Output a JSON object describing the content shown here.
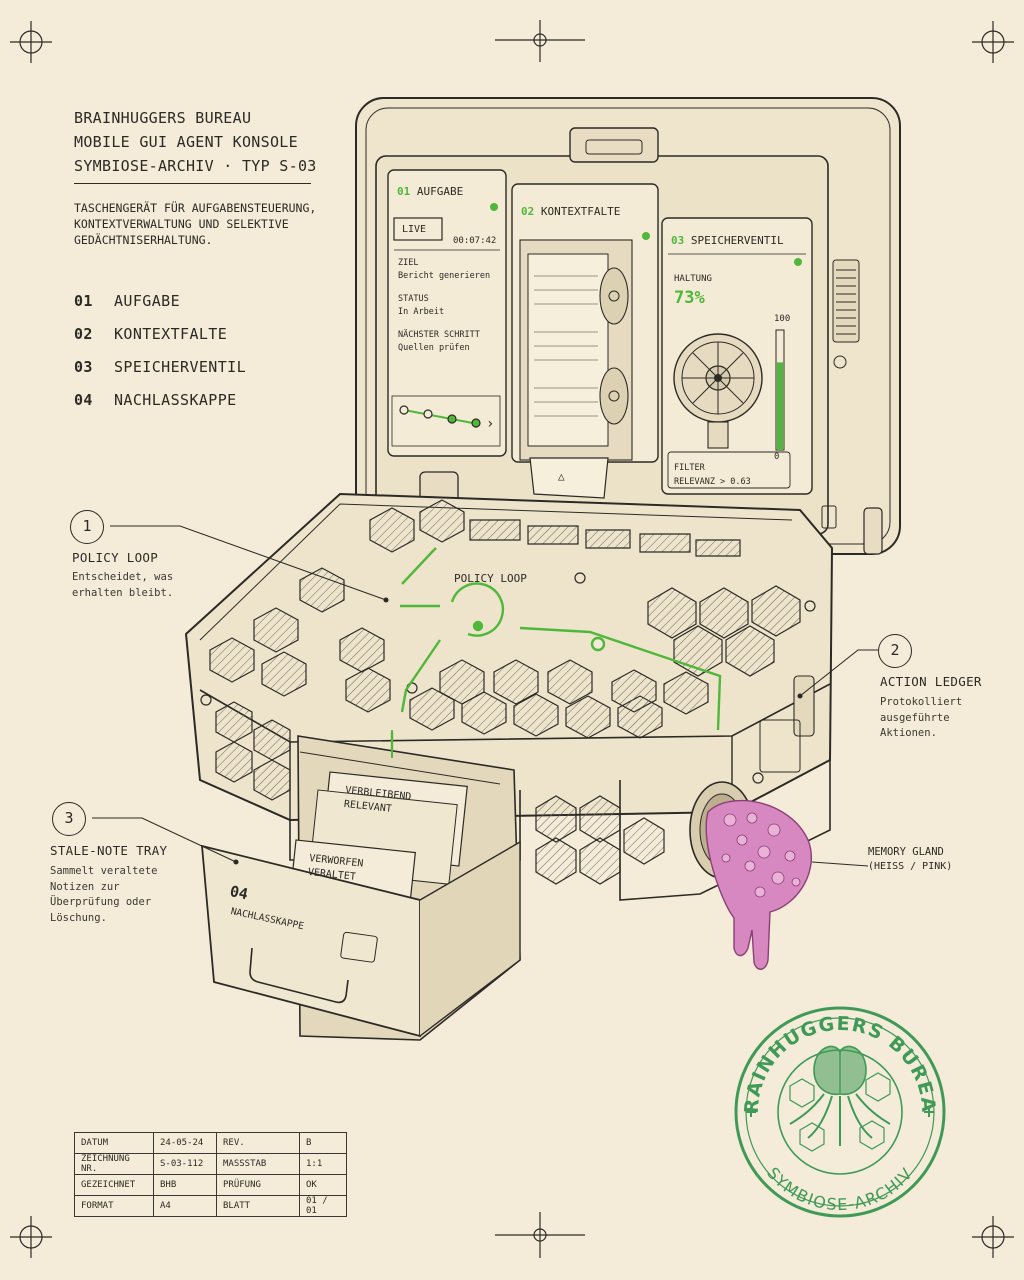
{
  "header": {
    "line1": "BRAINHUGGERS BUREAU",
    "line2": "MOBILE GUI AGENT KONSOLE",
    "line3": "SYMBIOSE-ARCHIV · TYP S-03"
  },
  "description": {
    "line1": "TASCHENGERÄT FÜR AUFGABENSTEUERUNG,",
    "line2": "KONTEXTVERWALTUNG UND SELEKTIVE",
    "line3": "GEDÄCHTNISERHALTUNG."
  },
  "toc": [
    {
      "num": "01",
      "label": "AUFGABE"
    },
    {
      "num": "02",
      "label": "KONTEXTFALTE"
    },
    {
      "num": "03",
      "label": "SPEICHERVENTIL"
    },
    {
      "num": "04",
      "label": "NACHLASSKAPPE"
    }
  ],
  "screen": {
    "panel1": {
      "num": "01",
      "title": "AUFGABE",
      "badge": "LIVE",
      "timer": "00:07:42",
      "goal_label": "ZIEL",
      "goal_value": "Bericht generieren",
      "status_label": "STATUS",
      "status_value": "In Arbeit",
      "next_label": "NÄCHSTER SCHRITT",
      "next_value": "Quellen prüfen",
      "arrow": "›"
    },
    "panel2": {
      "num": "02",
      "title": "KONTEXTFALTE",
      "eject": "△"
    },
    "panel3": {
      "num": "03",
      "title": "SPEICHERVENTIL",
      "retention_label": "HALTUNG",
      "retention_value": "73%",
      "scale_max": "100",
      "scale_min": "0",
      "level": 0.73,
      "filter_label": "FILTER",
      "filter_value": "RELEVANZ > 0.63"
    }
  },
  "device": {
    "policy_loop_label": "POLICY LOOP",
    "drawer": {
      "card1_line1": "VERBLEIBEND",
      "card1_line2": "RELEVANT",
      "card2_line1": "VERWORFEN",
      "card2_line2": "VERALTET",
      "front_num": "04",
      "front_label": "NACHLASSKAPPE"
    }
  },
  "callouts": [
    {
      "num": "1",
      "title": "POLICY LOOP",
      "desc1": "Entscheidet, was",
      "desc2": "erhalten bleibt.",
      "desc3": "",
      "desc4": ""
    },
    {
      "num": "2",
      "title": "ACTION LEDGER",
      "desc1": "Protokolliert",
      "desc2": "ausgeführte",
      "desc3": "Aktionen.",
      "desc4": ""
    },
    {
      "num": "3",
      "title": "STALE-NOTE TRAY",
      "desc1": "Sammelt veraltete",
      "desc2": "Notizen zur",
      "desc3": "Überprüfung oder",
      "desc4": "Löschung."
    }
  ],
  "gland": {
    "title": "MEMORY GLAND",
    "sub": "(HEISS / PINK)"
  },
  "stamp": {
    "top": "BRAINHUGGERS BUREAU",
    "bottom": "SYMBIOSE-ARCHIV"
  },
  "title_block": [
    [
      "DATUM",
      "24-05-24",
      "REV.",
      "B"
    ],
    [
      "ZEICHNUNG NR.",
      "S-03-112",
      "MASSSTAB",
      "1:1"
    ],
    [
      "GEZEICHNET",
      "BHB",
      "PRÜFUNG",
      "OK"
    ],
    [
      "FORMAT",
      "A4",
      "BLATT",
      "01 / 01"
    ]
  ],
  "colors": {
    "paper": "#f4ecd8",
    "ink": "#2c2a26",
    "accent_green": "#4fb83a",
    "stamp_green": "#3f9a57",
    "gland_pink": "#d888c0"
  }
}
